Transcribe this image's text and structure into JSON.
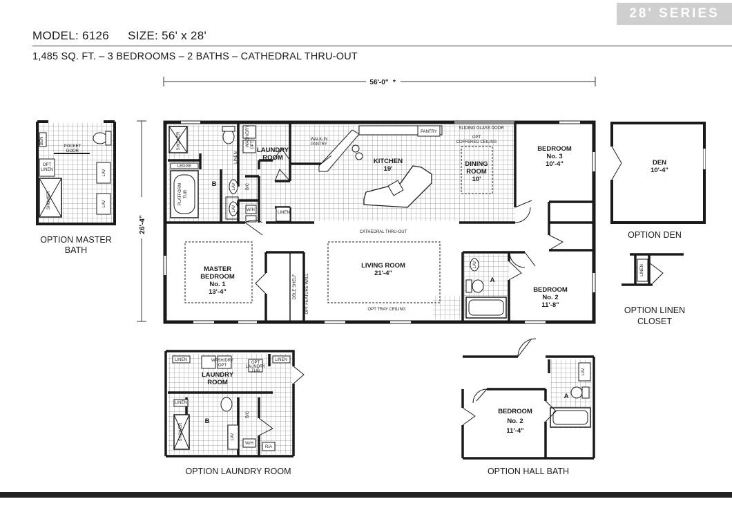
{
  "series_badge": "28' SERIES",
  "model": {
    "model_label": "MODEL: 6126",
    "size_label": "SIZE: 56' x 28'"
  },
  "specs": "1,485 SQ. FT. – 3 BEDROOMS – 2 BATHS – CATHEDRAL THRU-OUT",
  "dimensions": {
    "width": "56'-0\"",
    "depth": "26'-4\""
  },
  "main_plan": {
    "kitchen": [
      "KITCHEN",
      "19'"
    ],
    "dining": [
      "DINING",
      "ROOM",
      "10'"
    ],
    "laundry": [
      "LAUNDRY",
      "ROOM"
    ],
    "bedroom3": [
      "BEDROOM",
      "No. 3",
      "10'-4\""
    ],
    "master": [
      "MASTER",
      "BEDROOM",
      "No. 1",
      "13'-4\""
    ],
    "living": [
      "LIVING ROOM",
      "21'-4\""
    ],
    "bedroom2": [
      "BEDROOM",
      "No. 2",
      "11'-8\""
    ],
    "bath_b": "B",
    "bath_a": "A",
    "cathedral": "CATHEDRAL THRU-OUT",
    "tray": "OPT TRAY CEILING",
    "sliding_door": "SLIDING GLASS DOOR",
    "coffered": [
      "OPT",
      "COFFERED CEILING"
    ],
    "pantry": "PANTRY",
    "walk_in_pantry": [
      "WALK-IN",
      "PANTRY"
    ],
    "washdry": [
      "WASH/DRY",
      "OPT"
    ],
    "linen": "LINEN",
    "shower": "SHOWER",
    "ledge": "LEDGE",
    "tub": [
      "PLATFORM",
      "TUB"
    ],
    "lav": "LAV",
    "wh": "W/H",
    "bc": "B/C",
    "dble_shelf": "DBLE SHELF",
    "feature_wall": "OPT FEATURE WALL"
  },
  "option_master_bath": {
    "caption": [
      "OPTION MASTER",
      "BATH"
    ],
    "pocket_door": [
      "POCKET",
      "DOOR"
    ],
    "opt_linen": [
      "OPT",
      "LINEN"
    ],
    "lav": "LAV",
    "shower": "SHOWER",
    "ben": "BEN"
  },
  "option_den": {
    "caption": "OPTION DEN",
    "label": [
      "DEN",
      "10'-4\""
    ]
  },
  "option_linen": {
    "caption": [
      "OPTION LINEN",
      "CLOSET"
    ],
    "linen": "LINEN"
  },
  "option_laundry": {
    "caption": "OPTION LAUNDRY ROOM",
    "room": [
      "LAUNDRY",
      "ROOM"
    ],
    "linen": "LINEN",
    "washdry": [
      "WASH/DRY",
      "OPT"
    ],
    "laundry_tub": [
      "OPT",
      "LAUNDRY",
      "TUB"
    ],
    "bath": "B",
    "shower": "SHOWER",
    "lav": "LAV",
    "wh": "W/H",
    "bc": "B/C",
    "ra": "R/A"
  },
  "option_hall_bath": {
    "caption": "OPTION HALL BATH",
    "bedroom": [
      "BEDROOM",
      "No. 2",
      "11'-4\""
    ],
    "bath": "A",
    "lav": "LAV"
  },
  "colors": {
    "wall": "#1a1a1a",
    "tile": "#9a9a9a",
    "badge_bg": "#cfcfcf",
    "badge_text": "#ffffff"
  }
}
